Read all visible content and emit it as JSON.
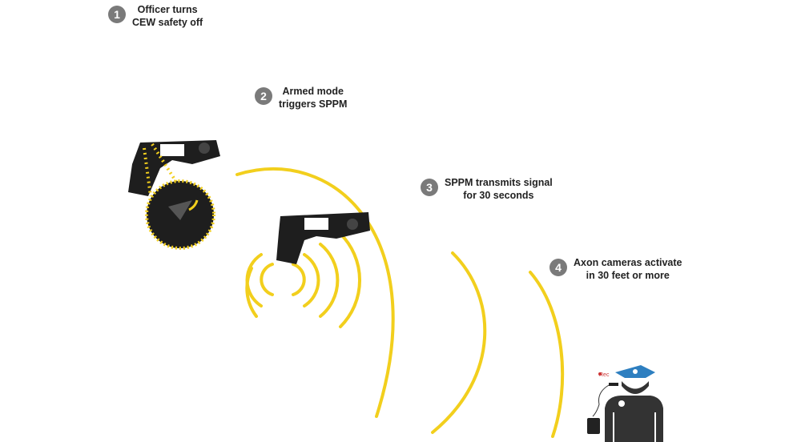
{
  "steps": [
    {
      "number": "1",
      "line1": "Officer turns",
      "line2": "CEW safety off"
    },
    {
      "number": "2",
      "line1": "Armed mode",
      "line2": "triggers SPPM"
    },
    {
      "number": "3",
      "line1": "SPPM transmits signal",
      "line2": "for 30 seconds"
    },
    {
      "number": "4",
      "line1": "Axon cameras activate",
      "line2": "in 30 feet or more"
    }
  ],
  "rec_label": "Rec",
  "colors": {
    "signal": "#f2cf1d",
    "badge": "#7a7a7a",
    "cap": "#2e7fc0",
    "body": "#333333"
  }
}
